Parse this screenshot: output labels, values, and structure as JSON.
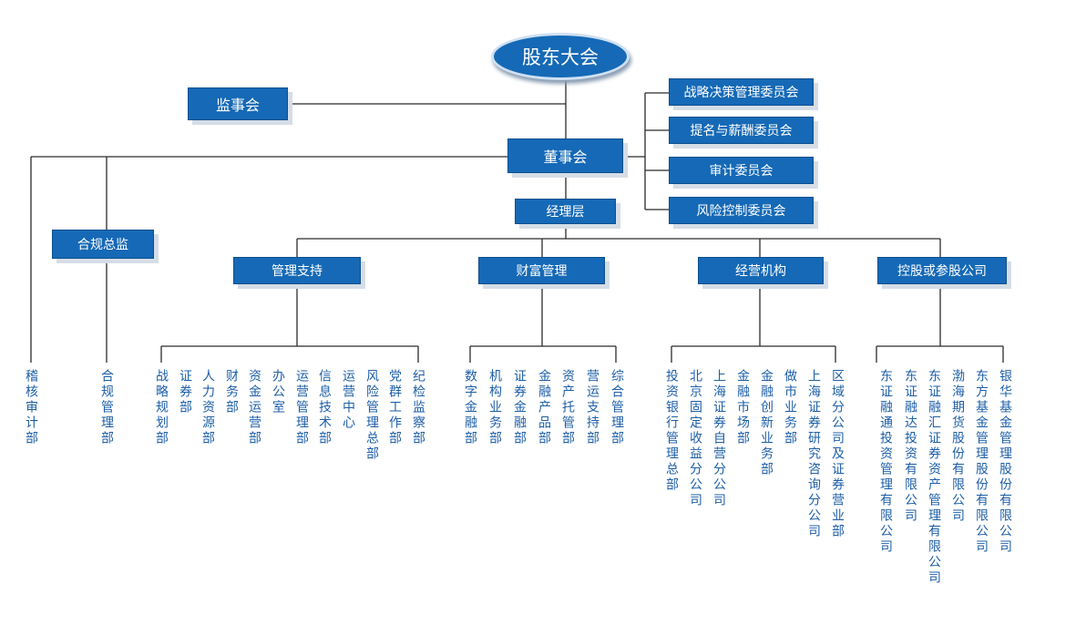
{
  "top": {
    "label": "股东大会"
  },
  "supervisory": {
    "label": "监事会"
  },
  "board": {
    "label": "董事会"
  },
  "management": {
    "label": "经理层"
  },
  "compliance": {
    "label": "合规总监"
  },
  "committees": [
    {
      "label": "战略决策管理委员会"
    },
    {
      "label": "提名与薪酬委员会"
    },
    {
      "label": "审计委员会"
    },
    {
      "label": "风险控制委员会"
    }
  ],
  "groups": [
    {
      "label": "管理支持"
    },
    {
      "label": "财富管理"
    },
    {
      "label": "经营机构"
    },
    {
      "label": "控股或参股公司"
    }
  ],
  "leaves": [
    {
      "text": "稽核审计部"
    },
    {
      "text": "合规管理部"
    },
    {
      "text": "战略规划部"
    },
    {
      "text": "证券部"
    },
    {
      "text": "人力资源部"
    },
    {
      "text": "财务部"
    },
    {
      "text": "资金运营部"
    },
    {
      "text": "办公室"
    },
    {
      "text": "运营管理部"
    },
    {
      "text": "信息技术部"
    },
    {
      "text": "运营中心"
    },
    {
      "text": "风险管理总部"
    },
    {
      "text": "党群工作部"
    },
    {
      "text": "纪检监察部"
    },
    {
      "text": "数字金融部"
    },
    {
      "text": "机构业务部"
    },
    {
      "text": "证券金融部"
    },
    {
      "text": "金融产品部"
    },
    {
      "text": "资产托管部"
    },
    {
      "text": "营运支持部"
    },
    {
      "text": "综合管理部"
    },
    {
      "text": "投资银行管理总部"
    },
    {
      "text": "北京固定收益分公司"
    },
    {
      "text": "上海证券自营分公司"
    },
    {
      "text": "金融市场部"
    },
    {
      "text": "金融创新业务部"
    },
    {
      "text": "做市业务部"
    },
    {
      "text": "上海证券研究咨询分公司"
    },
    {
      "text": "区域分公司及证券营业部"
    },
    {
      "text": "东证融通投资管理有限公司"
    },
    {
      "text": "东证融达投资有限公司"
    },
    {
      "text": "东证融汇证券资产管理有限公司"
    },
    {
      "text": "渤海期货股份有限公司"
    },
    {
      "text": "东方基金管理股份有限公司"
    },
    {
      "text": "银华基金管理股份有限公司"
    }
  ]
}
